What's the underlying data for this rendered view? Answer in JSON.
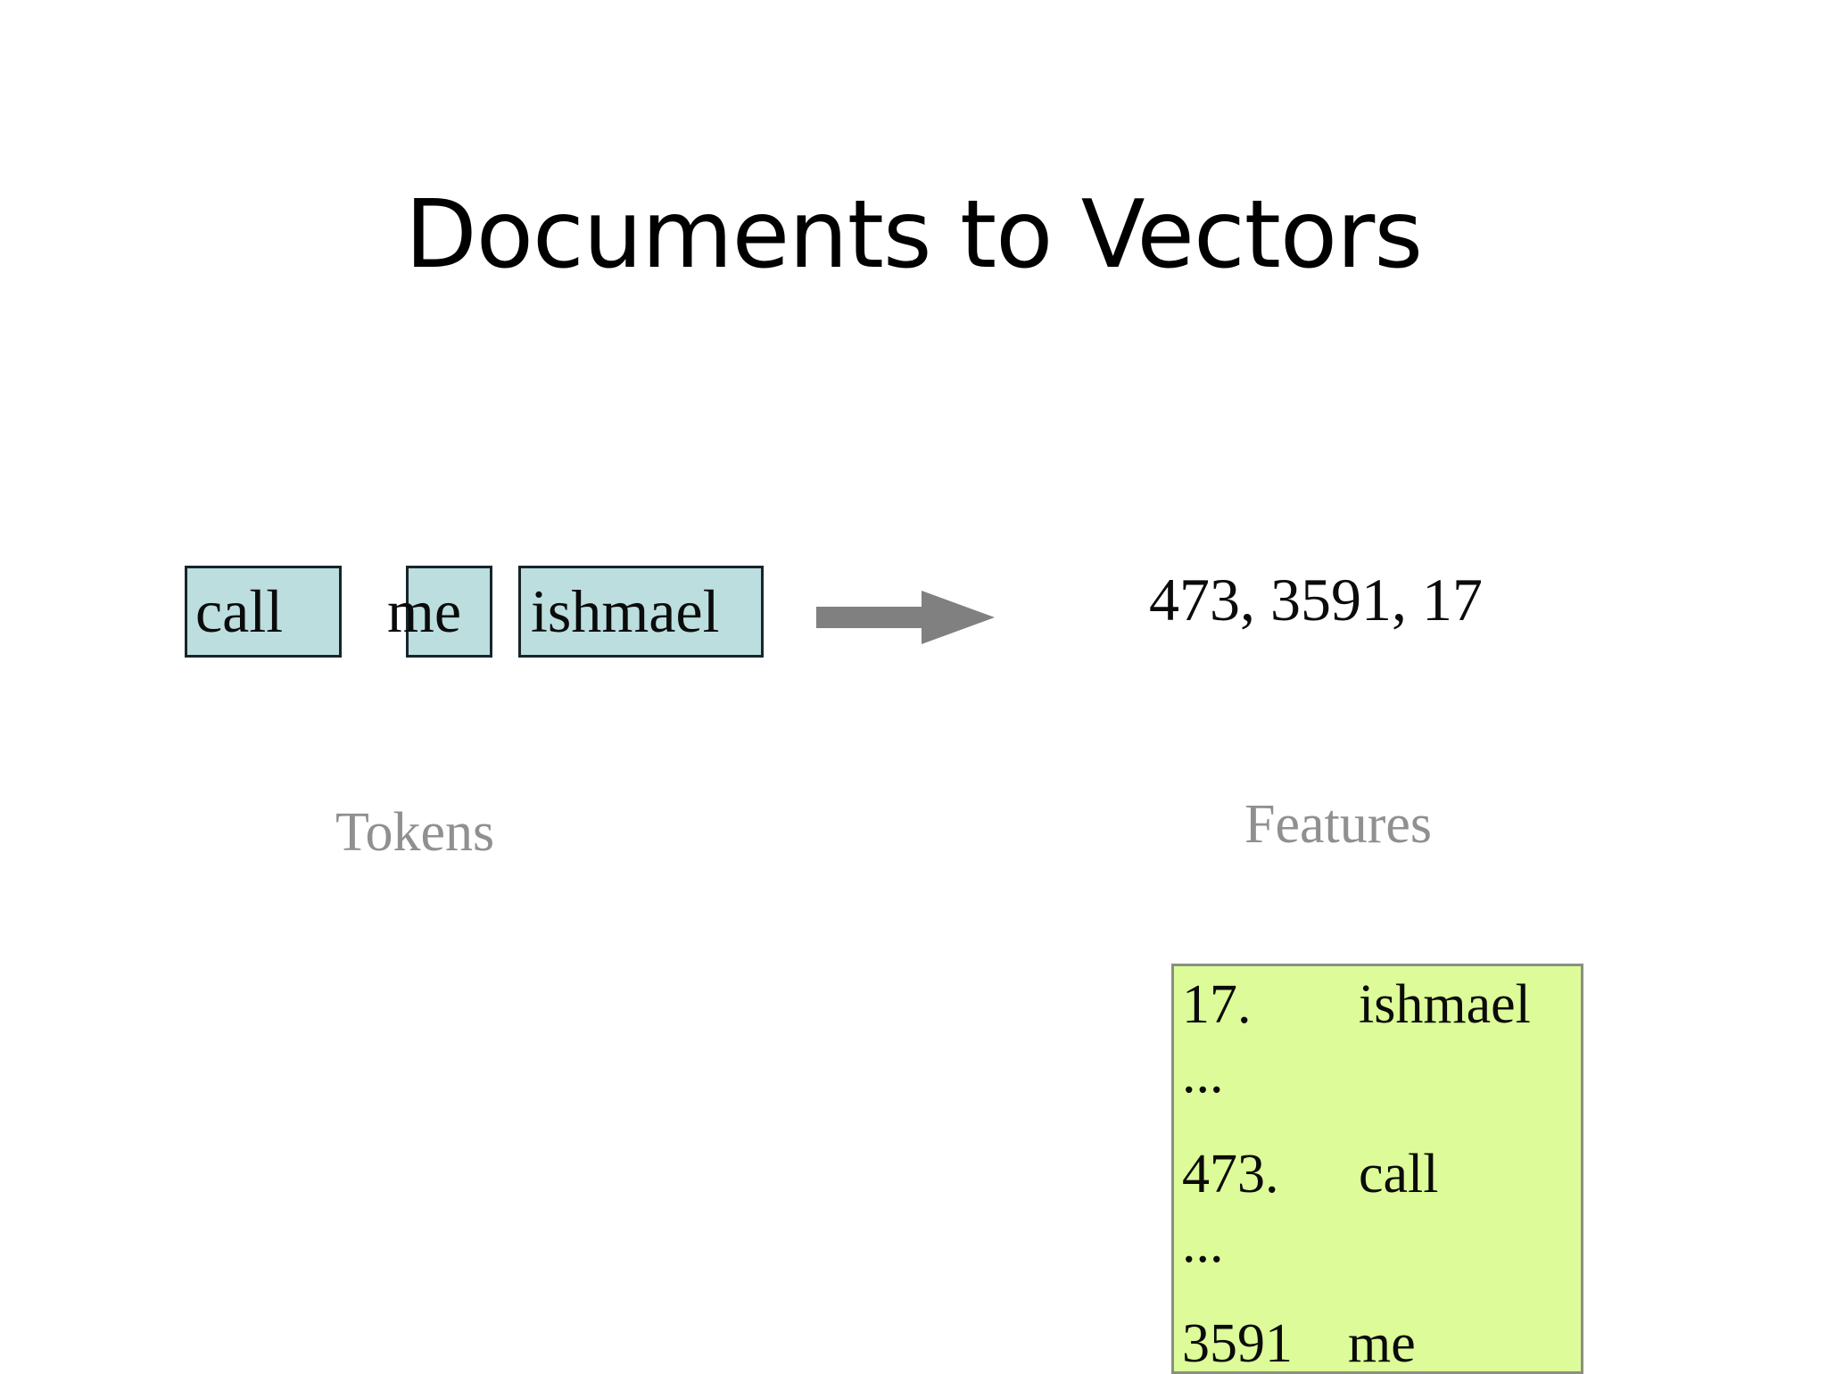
{
  "slide": {
    "title": "Documents to Vectors",
    "background_color": "#ffffff"
  },
  "colors": {
    "token_box_fill": "#bcdede",
    "token_box_border": "#17242b",
    "vocab_box_fill": "#ddfb98",
    "vocab_box_border": "#8a8f82",
    "arrow": "#808080",
    "caption_text": "#909090",
    "body_text": "#0b0b0b"
  },
  "tokens": {
    "caption": "Tokens",
    "items": [
      {
        "text": "call"
      },
      {
        "text": "me"
      },
      {
        "text": "ishmael"
      }
    ]
  },
  "arrow": {
    "icon": "right-arrow-icon",
    "direction": "right"
  },
  "features": {
    "caption": "Features",
    "vector_text": "473, 3591, 17",
    "vector_values": [
      473,
      3591,
      17
    ]
  },
  "vocabulary": {
    "rows": [
      {
        "id": "17.",
        "word": "ishmael"
      },
      {
        "id": "...",
        "word": ""
      },
      {
        "id": "473.",
        "word": "call"
      },
      {
        "id": "...",
        "word": ""
      },
      {
        "id": "3591",
        "word": "me"
      }
    ]
  }
}
